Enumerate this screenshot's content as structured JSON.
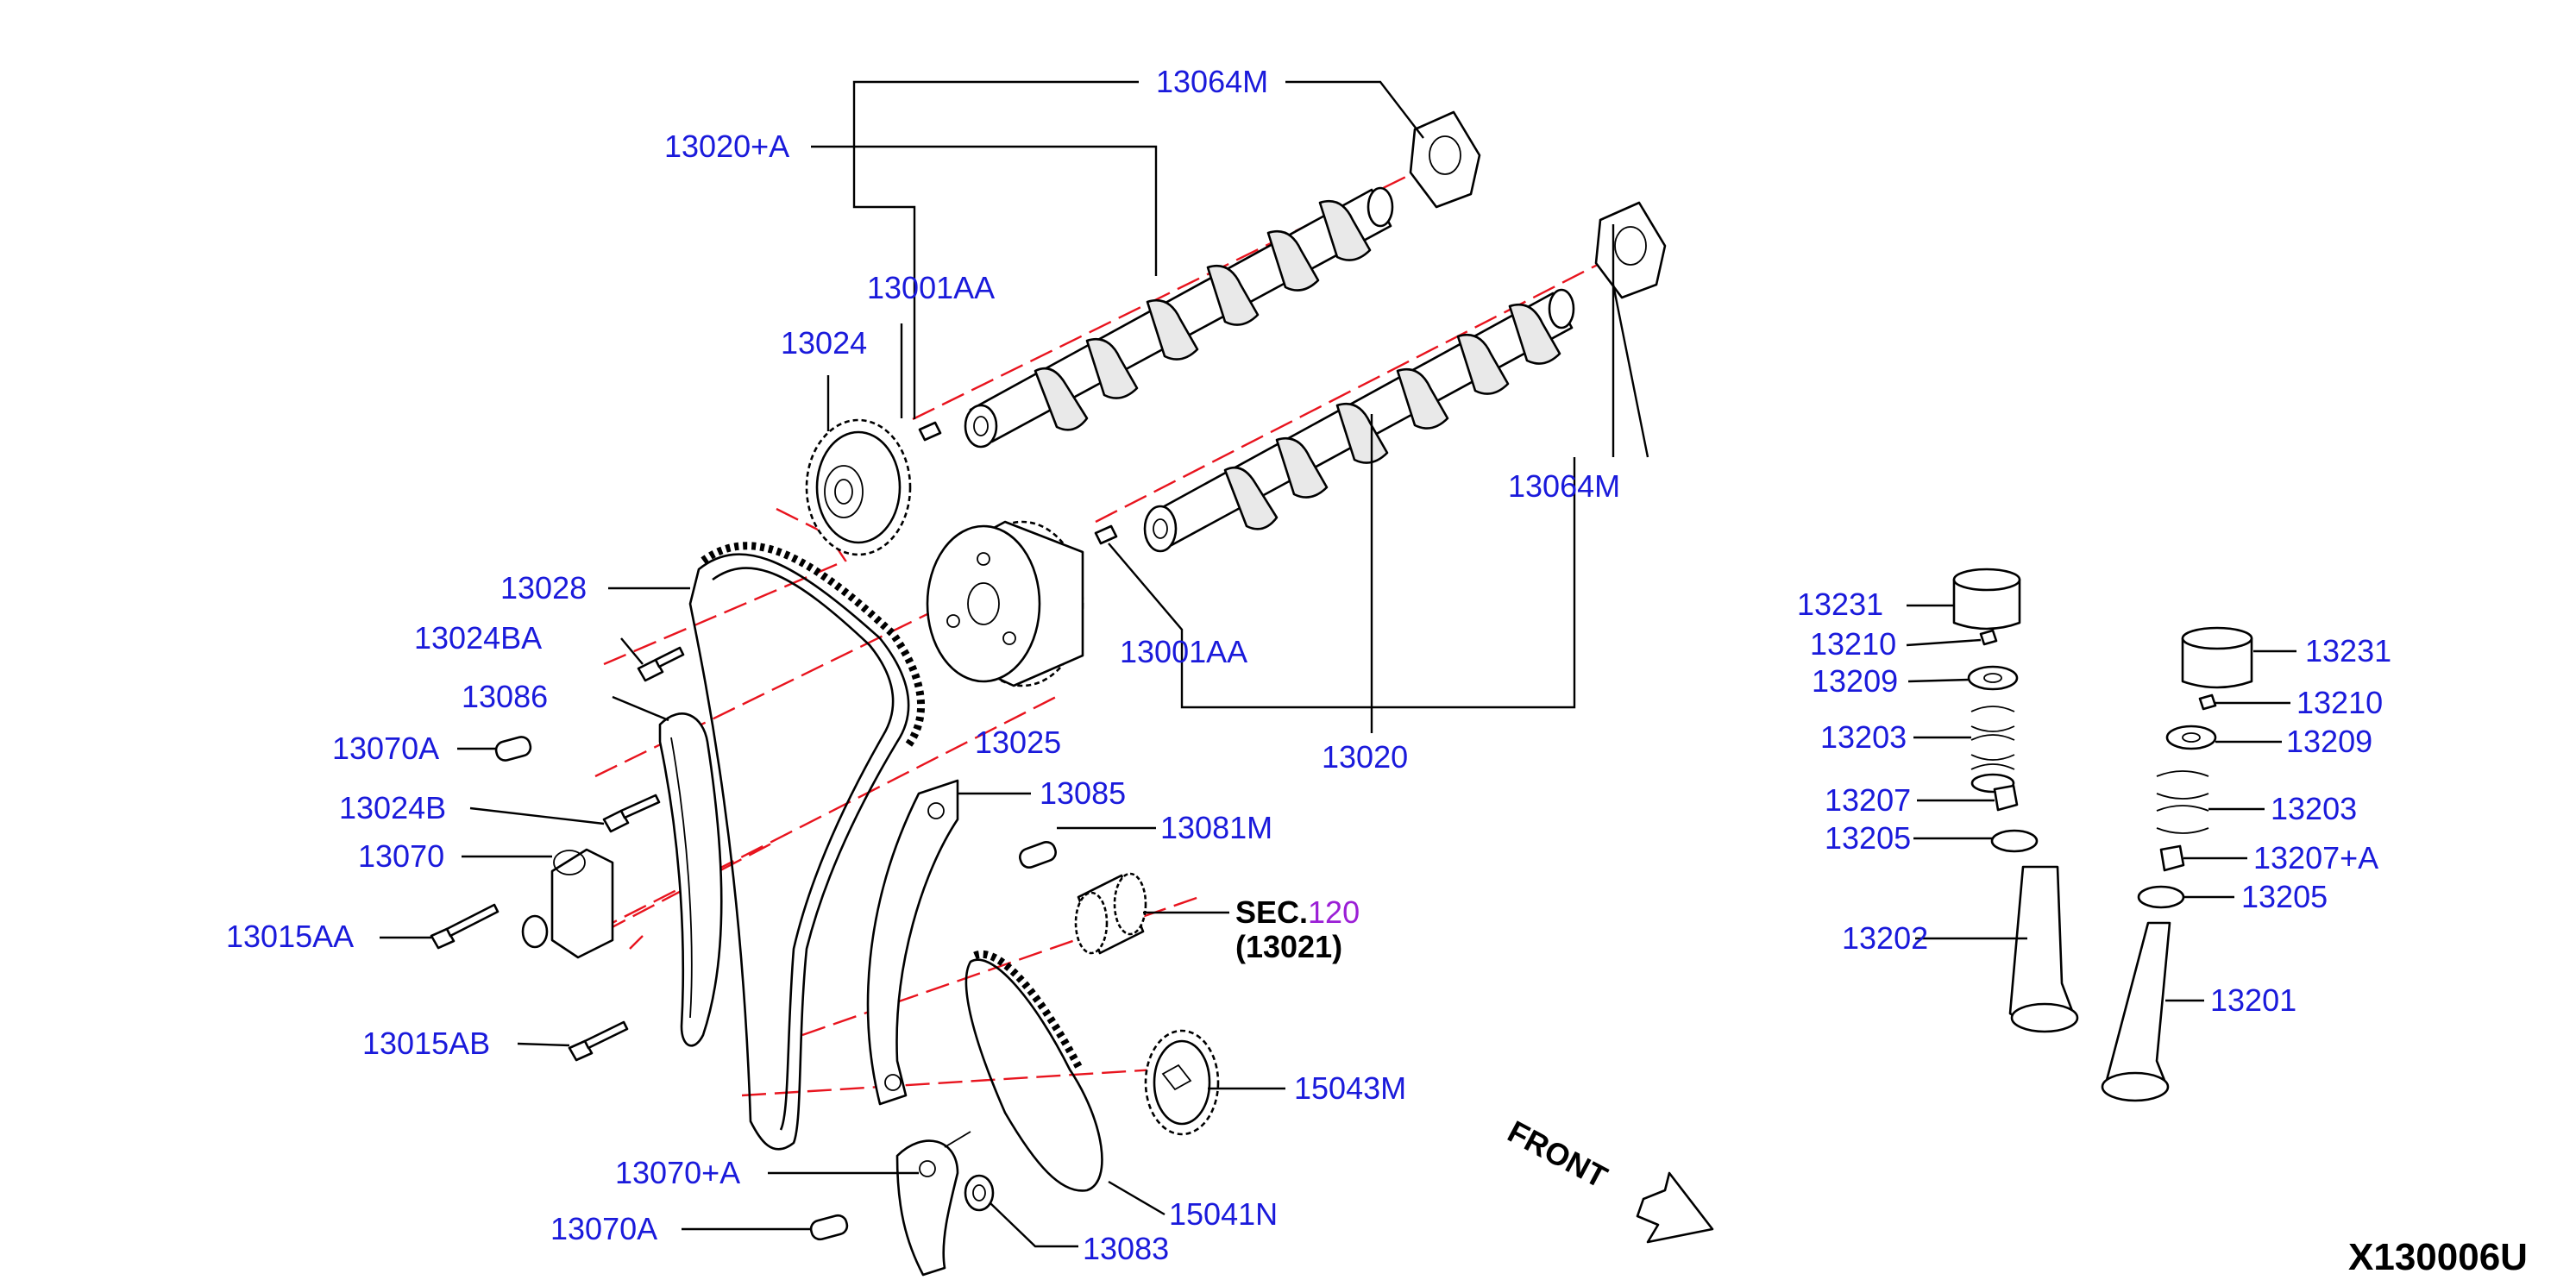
{
  "labels": {
    "p13064M_top": "13064M",
    "p13020A": "13020+A",
    "p13001AA_top": "13001AA",
    "p13024": "13024",
    "p13064M_right": "13064M",
    "p13028": "13028",
    "p13024BA": "13024BA",
    "p13086": "13086",
    "p13070A_left": "13070A",
    "p13024B": "13024B",
    "p13070": "13070",
    "p13015AA": "13015AA",
    "p13015AB": "13015AB",
    "p13025": "13025",
    "p13001AA_mid": "13001AA",
    "p13020": "13020",
    "p13085": "13085",
    "p13081M": "13081M",
    "sec_prefix": "SEC.",
    "sec_num": "120",
    "sec_sub": "(13021)",
    "p15043M": "15043M",
    "p15041N": "15041N",
    "p13070Aplus": "13070+A",
    "p13070A_bottom": "13070A",
    "p13083": "13083",
    "p13231_left": "13231",
    "p13210_left": "13210",
    "p13209_left": "13209",
    "p13203_left": "13203",
    "p13207_left": "13207",
    "p13205_left": "13205",
    "p13202": "13202",
    "p13231_right": "13231",
    "p13210_right": "13210",
    "p13209_right": "13209",
    "p13203_right": "13203",
    "p13207A_right": "13207+A",
    "p13205_right": "13205",
    "p13201": "13201",
    "front": "FRONT",
    "diagram_id": "X130006U"
  },
  "colors": {
    "label": "#1a1adb",
    "center_line": "#e8141e",
    "sec_number": "#9b1fd6",
    "line": "#000000"
  }
}
